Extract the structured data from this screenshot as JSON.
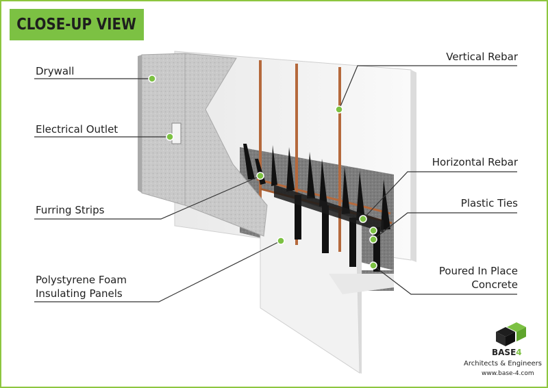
{
  "title": "CLOSE-UP VIEW",
  "labels": {
    "drywall": "Drywall",
    "electrical_outlet": "Electrical Outlet",
    "furring_strips": "Furring Strips",
    "foam_line1": "Polystyrene Foam",
    "foam_line2": "Insulating Panels",
    "vertical_rebar": "Vertical Rebar",
    "horizontal_rebar": "Horizontal Rebar",
    "plastic_ties": "Plastic Ties",
    "concrete_line1": "Poured In Place",
    "concrete_line2": "Concrete"
  },
  "logo": {
    "name": "BASE",
    "number": "4",
    "tagline": "Architects & Engineers",
    "website": "www.base-4.com"
  },
  "colors": {
    "accent": "#7cc143",
    "frame": "#8dc63f",
    "leader": "#333333",
    "rebar": "#b5693c"
  }
}
